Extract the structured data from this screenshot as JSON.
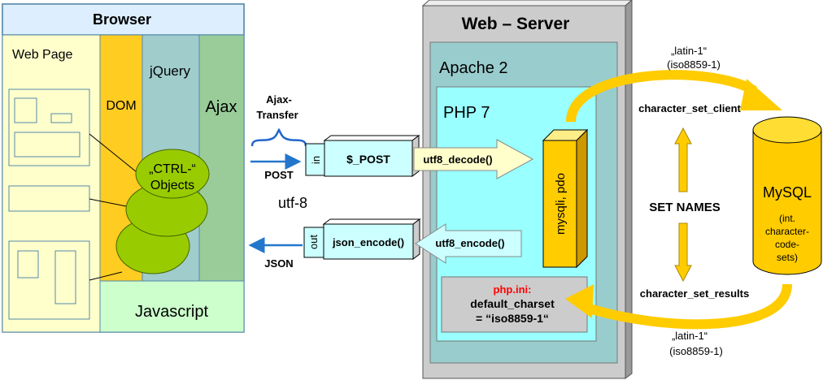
{
  "browser": {
    "title": "Browser",
    "web_page_label": "Web Page",
    "dom_label": "DOM",
    "jquery_label": "jQuery",
    "ajax_label": "Ajax",
    "javascript_label": "Javascript",
    "ctrl_objects": [
      "„CTRL-“",
      "Objects"
    ]
  },
  "transfer": {
    "ajax_transfer": [
      "Ajax-",
      "Transfer"
    ],
    "post_label": "POST",
    "json_label": "JSON",
    "encoding_label": "utf-8",
    "in_label": "in",
    "out_label": "out",
    "post_var": "$_POST",
    "json_encode": "json_encode()"
  },
  "server": {
    "title": "Web – Server",
    "apache_label": "Apache 2",
    "php_label": "PHP 7",
    "utf8_decode": "utf8_decode()",
    "utf8_encode": "utf8_encode()",
    "mysqli_label": "mysqli, pdo",
    "phpini_title": "php.ini:",
    "phpini_line1": "default_charset",
    "phpini_line2": "= “iso8859-1“"
  },
  "database": {
    "mysql_label": "MySQL",
    "mysql_sub": [
      "(int.",
      "character-",
      "code-",
      "sets)"
    ],
    "latin1_top": [
      "„latin-1“",
      "(iso8859-1)"
    ],
    "latin1_bottom": [
      "„latin-1“",
      "(iso8859-1)"
    ],
    "charset_client": "character_set_client",
    "set_names": "SET NAMES",
    "charset_results": "character_set_results"
  },
  "colors": {
    "web_page_bg": "#ffffcc",
    "dom_bg": "#ffcc22",
    "jquery_bg": "#a0cccc",
    "ajax_bg": "#99cc99",
    "javascript_bg": "#ccffcc",
    "browser_header_bg": "#ddeeff",
    "green_ellipse": "#99cc00",
    "server_bg": "#cccccc",
    "apache_bg": "#99cccc",
    "php_bg": "#99ffff",
    "arrow_fill": "#ffffcc",
    "blue_box": "#ccffff",
    "yellow": "#ffcc00",
    "brace_blue": "#2266cc",
    "phpini_red": "#ff0000"
  }
}
